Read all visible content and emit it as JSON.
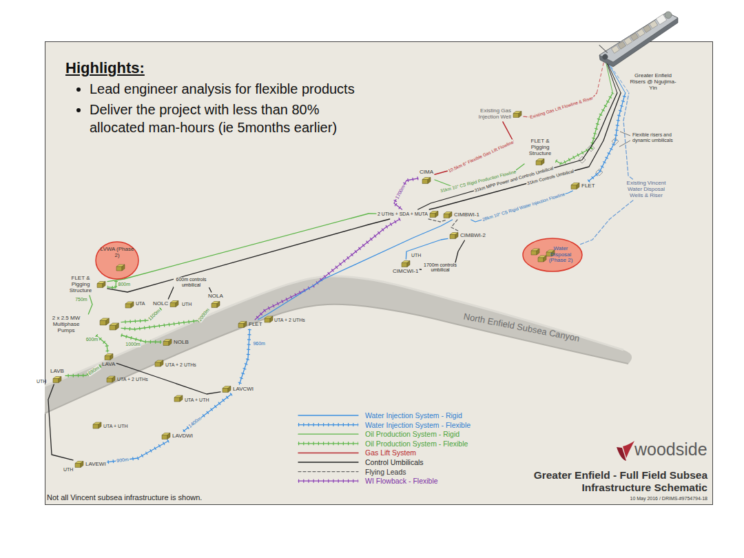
{
  "diagram": {
    "title": "Highlights:",
    "nodes": [
      {
        "text": [
          "Greater Enfield Risers @ Ngujima-Yin"
        ]
      },
      {
        "text": [
          "Existing Gas Injection Well"
        ]
      },
      {
        "text": [
          "FLET & Pigging Structure"
        ]
      },
      {
        "text": [
          "CIMA"
        ]
      },
      {
        "text": [
          "FLET"
        ]
      },
      {
        "text": [
          "Existing Vincent Water Disposal Wells & Riser"
        ]
      },
      {
        "text": [
          "Water Disposal (Phase 2)"
        ]
      },
      {
        "text": [
          "2 UTHs + SDA + MUTA"
        ]
      },
      {
        "text": [
          "CIMBWI-1"
        ]
      },
      {
        "text": [
          "CIMBWI-2"
        ]
      },
      {
        "text": [
          "CIMCWI-1"
        ]
      },
      {
        "text": [
          "LVWA (Phase 2)"
        ]
      },
      {
        "text": [
          "FLET & Pigging Structure"
        ]
      },
      {
        "text": [
          "NOLC"
        ]
      },
      {
        "text": [
          "NOLA"
        ]
      },
      {
        "text": [
          "2 x 2.5 MW Multiphase Pumps"
        ]
      },
      {
        "text": [
          "NOLB"
        ]
      },
      {
        "text": [
          "FLET"
        ]
      },
      {
        "text": [
          "LAVA"
        ]
      },
      {
        "text": [
          "LAVB"
        ]
      },
      {
        "text": [
          "LAVCWI"
        ]
      },
      {
        "text": [
          "LAVDWI"
        ]
      },
      {
        "text": [
          "LAVEWI"
        ]
      }
    ],
    "edges": [
      {
        "from": 12,
        "to": 7,
        "arrow": "none"
      },
      {
        "from": 3,
        "to": 2,
        "arrow": "none",
        "label": "31km 10\" CS Rigid Production Flowline"
      },
      {
        "from": 2,
        "to": 0,
        "arrow": "none"
      },
      {
        "from": 7,
        "to": 0,
        "arrow": "none",
        "label": "31km MPP Power and Controls Umbilical"
      },
      {
        "from": 7,
        "to": 0,
        "arrow": "none",
        "label": "31km Controls Umbilical"
      },
      {
        "from": 8,
        "to": 4,
        "arrow": "none",
        "label": "28km 10\" CS Rigid Water Injection Flowline"
      },
      {
        "from": 4,
        "to": 0,
        "arrow": "none"
      },
      {
        "from": 3,
        "to": 1,
        "arrow": "none",
        "label": "10.5km 6\" Flexible Gas Lift Flowline"
      },
      {
        "from": 1,
        "to": 0,
        "arrow": "none",
        "label": "Existing Gas Lift Flowline & Riser"
      },
      {
        "from": 5,
        "to": 6,
        "arrow": "none"
      },
      {
        "from": 5,
        "to": 0,
        "arrow": "none"
      },
      {
        "from": 3,
        "to": 7,
        "arrow": "none",
        "label": "1700m"
      },
      {
        "from": 7,
        "to": 17,
        "arrow": "none"
      },
      {
        "from": 9,
        "to": 10,
        "arrow": "none",
        "label": "1700m controls umbilical"
      },
      {
        "from": 7,
        "to": 8,
        "arrow": "none"
      },
      {
        "from": 8,
        "to": 9,
        "arrow": "none"
      },
      {
        "from": 17,
        "to": 8,
        "arrow": "none"
      },
      {
        "from": 10,
        "to": 9,
        "arrow": "none"
      },
      {
        "from": 11,
        "to": 12,
        "arrow": "none",
        "label": "800m"
      },
      {
        "from": 12,
        "to": 15,
        "arrow": "none",
        "label": "750m"
      },
      {
        "from": 13,
        "to": 15,
        "arrow": "none",
        "label": "1100m"
      },
      {
        "from": 14,
        "to": 15,
        "arrow": "none",
        "label": "2000m"
      },
      {
        "from": 15,
        "to": 16,
        "arrow": "none",
        "label": "1000m"
      },
      {
        "from": 15,
        "to": 18,
        "arrow": "none",
        "label": "600m"
      },
      {
        "from": 18,
        "to": 19,
        "arrow": "none",
        "label": "690m"
      },
      {
        "from": 17,
        "to": 20,
        "arrow": "none",
        "label": "960m"
      },
      {
        "from": 20,
        "to": 21,
        "arrow": "none",
        "label": "1400m"
      },
      {
        "from": 21,
        "to": 22,
        "arrow": "none",
        "label": "900m"
      },
      {
        "from": 12,
        "to": 7,
        "arrow": "none"
      },
      {
        "from": 19,
        "to": 22,
        "arrow": "none"
      },
      {
        "from": 13,
        "to": 14,
        "arrow": "none",
        "label": "600m controls umbilical"
      },
      {
        "from": 18,
        "to": 20,
        "arrow": "none"
      }
    ],
    "labels": [
      "Lead engineer analysis for flexible products",
      "Deliver the project with less than 80% allocated man-hours (ie 5months earlier)",
      "Flexible risers and dynamic umbilicals",
      "UTH",
      "UTA",
      "UTH",
      "UTA + 2 UTHs",
      "UTA + 2 UTHs",
      "UTA + 2 UTHs",
      "UTH",
      "UTA + UTH",
      "UTA + UTH",
      "UTH",
      "UTH",
      "North Enfield Subsea Canyon",
      "woodside",
      "Greater Enfield - Full Field Subsea Infrastructure Schematic",
      "10 May 2016 / DRIMS-#9754794-18",
      "Not all Vincent subsea infrastructure is shown."
    ],
    "legend": [
      {
        "text": "Water Injection System - Rigid"
      },
      {
        "text": "Water Injection System - Flexible"
      },
      {
        "text": "Oil Production System - Rigid"
      },
      {
        "text": "Oil Production System - Flexible"
      },
      {
        "text": "Gas Lift System"
      },
      {
        "text": "Control Umbilicals"
      },
      {
        "text": "Flying Leads"
      },
      {
        "text": "WI Flowback - Flexible"
      }
    ]
  }
}
